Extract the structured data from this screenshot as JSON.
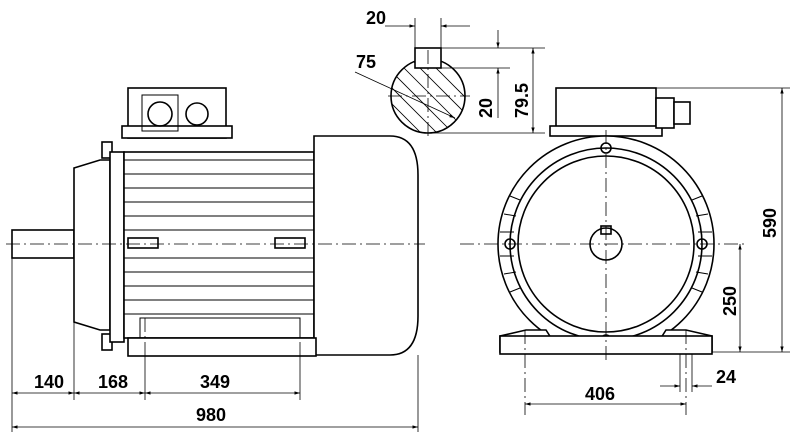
{
  "dimensions": {
    "d_140": "140",
    "d_168": "168",
    "d_349": "349",
    "d_980": "980",
    "d_406": "406",
    "d_24": "24",
    "d_250": "250",
    "d_590": "590",
    "key_width": "20",
    "shaft_dia": "75",
    "key_depth": "20",
    "key_height": "79.5"
  }
}
